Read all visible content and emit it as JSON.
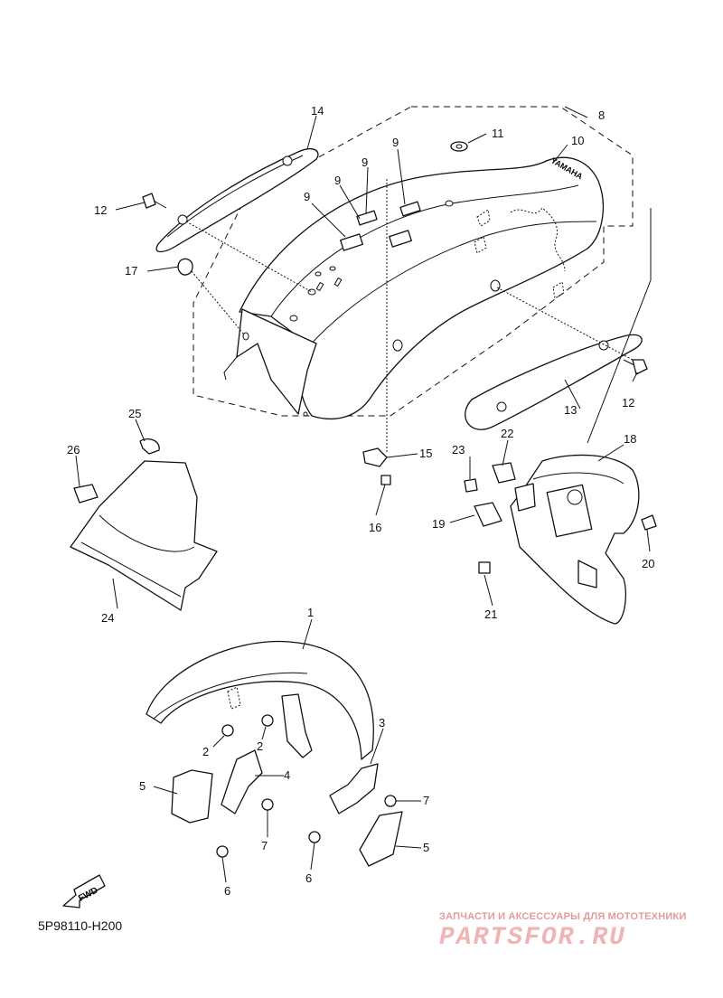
{
  "callouts": {
    "c1": "1",
    "c2a": "2",
    "c2b": "2",
    "c3": "3",
    "c4": "4",
    "c5a": "5",
    "c5b": "5",
    "c6a": "6",
    "c6b": "6",
    "c7a": "7",
    "c7b": "7",
    "c8": "8",
    "c9a": "9",
    "c9b": "9",
    "c9c": "9",
    "c9d": "9",
    "c10": "10",
    "c11": "11",
    "c12a": "12",
    "c12b": "12",
    "c13": "13",
    "c14": "14",
    "c15": "15",
    "c16": "16",
    "c17": "17",
    "c18": "18",
    "c19": "19",
    "c20": "20",
    "c21": "21",
    "c22": "22",
    "c23": "23",
    "c24": "24",
    "c25": "25",
    "c26": "26"
  },
  "fender_logo": "YAMAHA",
  "fwd_label": "FWD",
  "diagram_code": "5P98110-H200",
  "watermark": {
    "tagline": "ЗАПЧАСТИ И АКСЕССУАРЫ ДЛЯ МОТОТЕХНИКИ",
    "logo": "PARTSFOR.RU"
  },
  "icons": {
    "fwd": "fwd-arrow-icon"
  }
}
